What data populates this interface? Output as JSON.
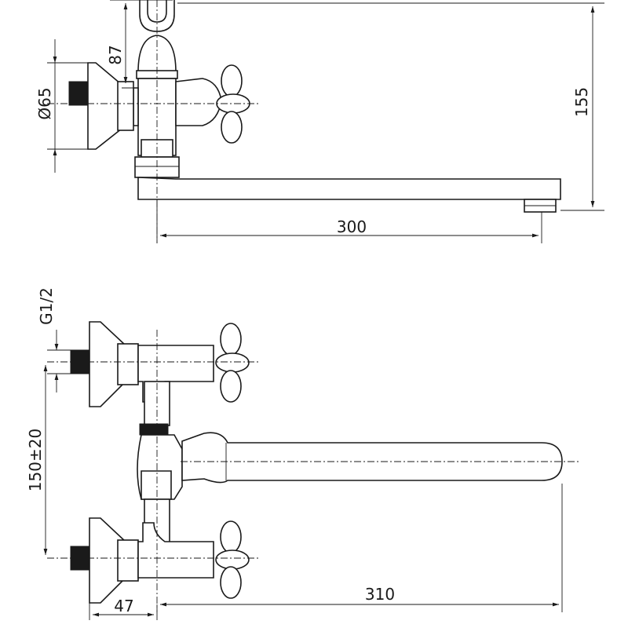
{
  "dimensions": {
    "top_height": "87",
    "top_diameter": "Ø65",
    "top_total_height": "155",
    "top_spout_length": "300",
    "bottom_thread": "G1/2",
    "bottom_center_distance": "150±20",
    "bottom_wall_offset": "47",
    "bottom_spout_length": "310"
  }
}
